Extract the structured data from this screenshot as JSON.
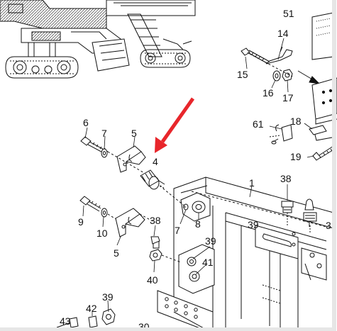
{
  "diagram": {
    "part_labels": [
      {
        "id": "lbl-51",
        "text": "51"
      },
      {
        "id": "lbl-14",
        "text": "14"
      },
      {
        "id": "lbl-15",
        "text": "15"
      },
      {
        "id": "lbl-16",
        "text": "16"
      },
      {
        "id": "lbl-17",
        "text": "17"
      },
      {
        "id": "lbl-6",
        "text": "6"
      },
      {
        "id": "lbl-7a",
        "text": "7"
      },
      {
        "id": "lbl-5a",
        "text": "5"
      },
      {
        "id": "lbl-4",
        "text": "4"
      },
      {
        "id": "lbl-61",
        "text": "61"
      },
      {
        "id": "lbl-18",
        "text": "18"
      },
      {
        "id": "lbl-19",
        "text": "19"
      },
      {
        "id": "lbl-1",
        "text": "1"
      },
      {
        "id": "lbl-38a",
        "text": "38"
      },
      {
        "id": "lbl-9",
        "text": "9"
      },
      {
        "id": "lbl-10",
        "text": "10"
      },
      {
        "id": "lbl-5b",
        "text": "5"
      },
      {
        "id": "lbl-38b",
        "text": "38"
      },
      {
        "id": "lbl-7b",
        "text": "7"
      },
      {
        "id": "lbl-8",
        "text": "8"
      },
      {
        "id": "lbl-39a",
        "text": "39"
      },
      {
        "id": "lbl-3",
        "text": "3"
      },
      {
        "id": "lbl-39b",
        "text": "39"
      },
      {
        "id": "lbl-41",
        "text": "41"
      },
      {
        "id": "lbl-40",
        "text": "40"
      },
      {
        "id": "lbl-39c",
        "text": "39"
      },
      {
        "id": "lbl-42",
        "text": "42"
      },
      {
        "id": "lbl-43",
        "text": "43"
      },
      {
        "id": "lbl-30",
        "text": "30"
      }
    ],
    "colors": {
      "line": "#111111",
      "arrow": "#e8262b",
      "background": "#ffffff",
      "frame": "#e6e6e6"
    }
  }
}
